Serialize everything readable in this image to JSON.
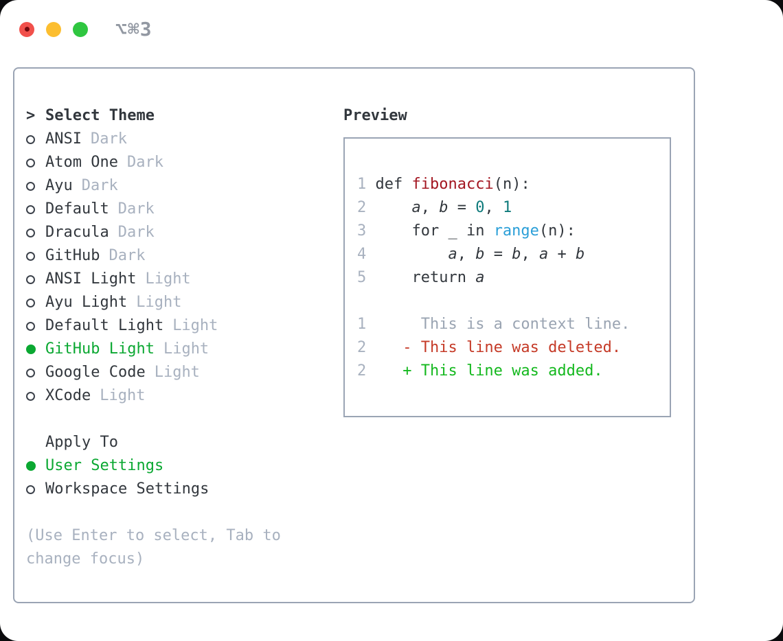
{
  "window": {
    "shortcut_label": "⌥⌘3"
  },
  "colors": {
    "selection_green": "#0ba832",
    "muted_gray": "#a8b1bf",
    "text_dark": "#32373d",
    "border_gray": "#9aa4b4",
    "function_red": "#a31621",
    "number_teal": "#0e7a7b",
    "builtin_blue": "#2b9fd8",
    "diff_deleted_red": "#c53a27",
    "diff_added_green": "#14b81e",
    "traffic_red": "#f1504b",
    "traffic_yellow": "#fcbe30",
    "traffic_green": "#2fc640"
  },
  "theme_panel": {
    "header_prefix": ">",
    "header_label": "Select Theme",
    "items": [
      {
        "name": "ANSI",
        "variant": "Dark",
        "selected": false
      },
      {
        "name": "Atom One",
        "variant": "Dark",
        "selected": false
      },
      {
        "name": "Ayu",
        "variant": "Dark",
        "selected": false
      },
      {
        "name": "Default",
        "variant": "Dark",
        "selected": false
      },
      {
        "name": "Dracula",
        "variant": "Dark",
        "selected": false
      },
      {
        "name": "GitHub",
        "variant": "Dark",
        "selected": false
      },
      {
        "name": "ANSI Light",
        "variant": "Light",
        "selected": false
      },
      {
        "name": "Ayu Light",
        "variant": "Light",
        "selected": false
      },
      {
        "name": "Default Light",
        "variant": "Light",
        "selected": false
      },
      {
        "name": "GitHub Light",
        "variant": "Light",
        "selected": true
      },
      {
        "name": "Google Code",
        "variant": "Light",
        "selected": false
      },
      {
        "name": "XCode",
        "variant": "Light",
        "selected": false
      }
    ]
  },
  "apply_panel": {
    "header_label": "Apply To",
    "options": [
      {
        "label": "User Settings",
        "selected": true
      },
      {
        "label": "Workspace Settings",
        "selected": false
      }
    ]
  },
  "hint_lines": [
    "(Use Enter to select, Tab to",
    "change focus)"
  ],
  "preview": {
    "header_label": "Preview",
    "lines": [
      [
        {
          "c": "lnum",
          "t": "1 "
        },
        {
          "c": "fg",
          "t": "def "
        },
        {
          "c": "func",
          "t": "fibonacci"
        },
        {
          "c": "fg",
          "t": "(n):"
        }
      ],
      [
        {
          "c": "lnum",
          "t": "2 "
        },
        {
          "c": "fg",
          "t": "    "
        },
        {
          "c": "var",
          "t": "a"
        },
        {
          "c": "fg",
          "t": ", "
        },
        {
          "c": "var",
          "t": "b"
        },
        {
          "c": "fg",
          "t": " = "
        },
        {
          "c": "num",
          "t": "0"
        },
        {
          "c": "fg",
          "t": ", "
        },
        {
          "c": "num",
          "t": "1"
        }
      ],
      [
        {
          "c": "lnum",
          "t": "3 "
        },
        {
          "c": "fg",
          "t": "    for _ in "
        },
        {
          "c": "builtin",
          "t": "range"
        },
        {
          "c": "fg",
          "t": "(n):"
        }
      ],
      [
        {
          "c": "lnum",
          "t": "4 "
        },
        {
          "c": "fg",
          "t": "        "
        },
        {
          "c": "var",
          "t": "a"
        },
        {
          "c": "fg",
          "t": ", "
        },
        {
          "c": "var",
          "t": "b"
        },
        {
          "c": "fg",
          "t": " = "
        },
        {
          "c": "var",
          "t": "b"
        },
        {
          "c": "fg",
          "t": ", "
        },
        {
          "c": "var",
          "t": "a"
        },
        {
          "c": "fg",
          "t": " + "
        },
        {
          "c": "var",
          "t": "b"
        }
      ],
      [
        {
          "c": "lnum",
          "t": "5 "
        },
        {
          "c": "fg",
          "t": "    return "
        },
        {
          "c": "var",
          "t": "a"
        }
      ],
      [],
      [
        {
          "c": "lnum",
          "t": "1"
        },
        {
          "c": "muted",
          "t": "      This is a context line."
        }
      ],
      [
        {
          "c": "lnum",
          "t": "2"
        },
        {
          "c": "del",
          "t": "    - This line was deleted."
        }
      ],
      [
        {
          "c": "lnum",
          "t": "2"
        },
        {
          "c": "add",
          "t": "    + This line was added."
        }
      ]
    ]
  }
}
